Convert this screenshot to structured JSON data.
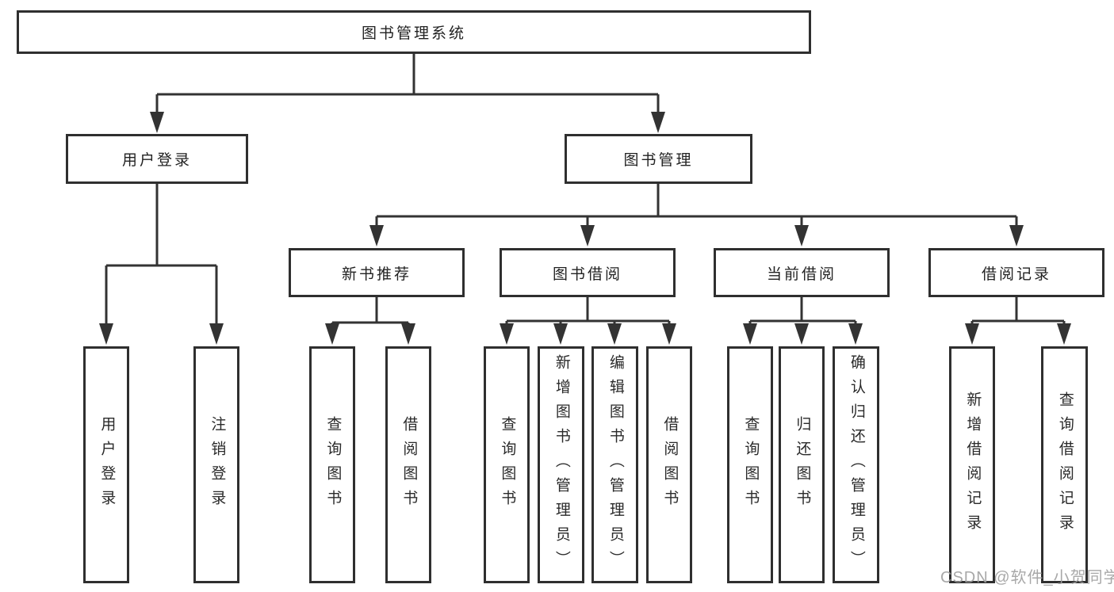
{
  "diagram": {
    "root": {
      "label": "图书管理系统"
    },
    "branches": [
      {
        "label": "用户登录",
        "children": [
          {
            "label": "用户登录"
          },
          {
            "label": "注销登录"
          }
        ]
      },
      {
        "label": "图书管理",
        "children": [
          {
            "label": "新书推荐",
            "children": [
              {
                "label": "查询图书"
              },
              {
                "label": "借阅图书"
              }
            ]
          },
          {
            "label": "图书借阅",
            "children": [
              {
                "label": "查询图书"
              },
              {
                "label": "新增图书（管理员）"
              },
              {
                "label": "编辑图书（管理员）"
              },
              {
                "label": "借阅图书"
              }
            ]
          },
          {
            "label": "当前借阅",
            "children": [
              {
                "label": "查询图书"
              },
              {
                "label": "归还图书"
              },
              {
                "label": "确认归还（管理员）"
              }
            ]
          },
          {
            "label": "借阅记录",
            "children": [
              {
                "label": "新增借阅记录"
              },
              {
                "label": "查询借阅记录"
              }
            ]
          }
        ]
      }
    ]
  },
  "watermark": {
    "text": "CSDN @软件_小贺同学"
  },
  "colors": {
    "line": "#333333",
    "box_border": "#2f2f2f",
    "box_fill": "#ffffff",
    "text": "#262626",
    "watermark": "#9e9e9e",
    "background": "#ffffff"
  }
}
